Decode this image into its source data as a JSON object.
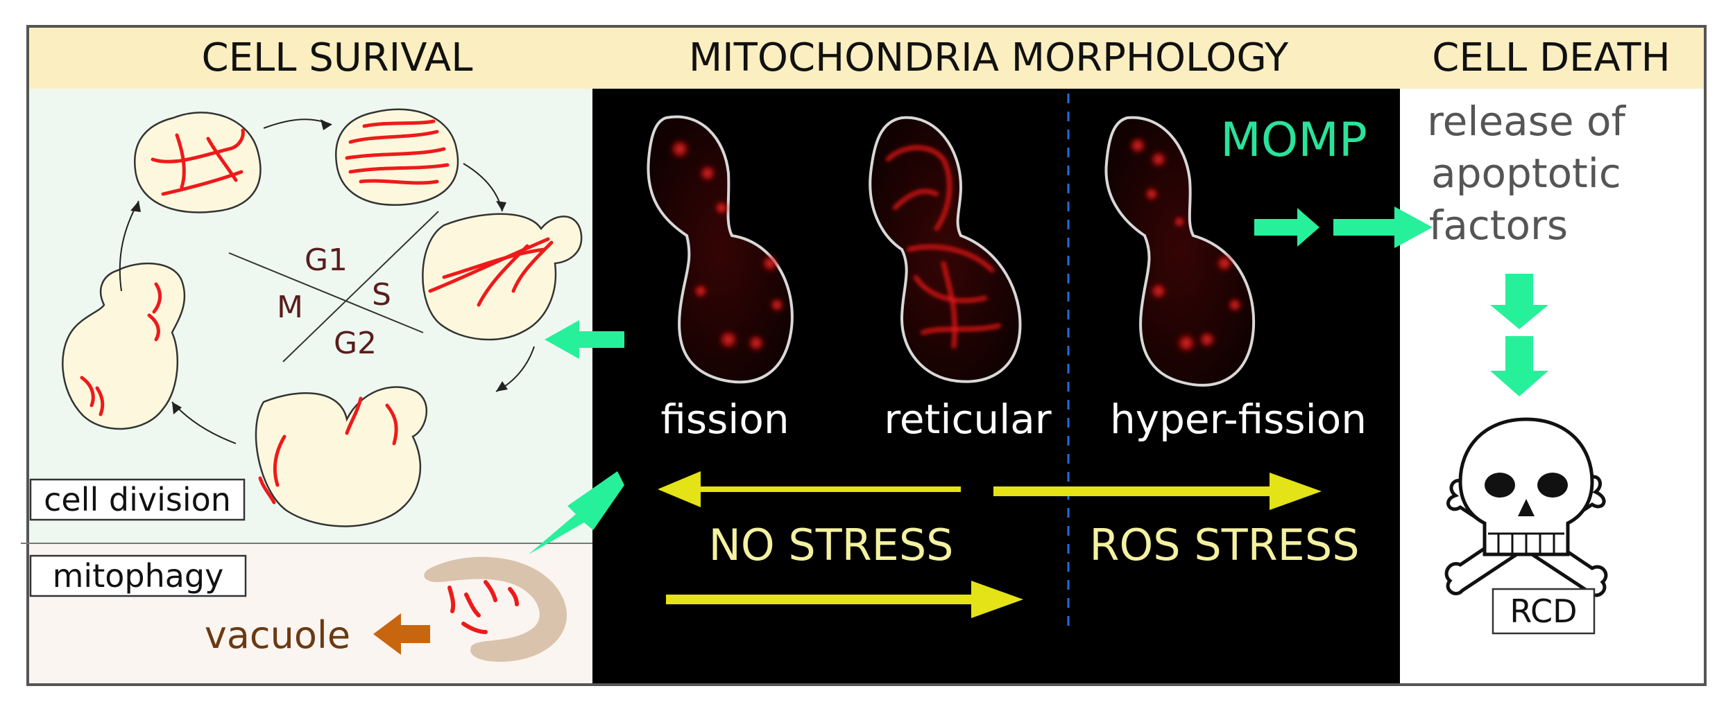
{
  "headers": {
    "cell_survival": "CELL SURIVAL",
    "mito_morphology": "MITOCHONDRIA MORPHOLOGY",
    "cell_death": "CELL DEATH"
  },
  "cycle": {
    "g1": "G1",
    "s": "S",
    "g2": "G2",
    "m": "M"
  },
  "boxes": {
    "cell_division": "cell division",
    "mitophagy": "mitophagy",
    "rcd": "RCD"
  },
  "labels": {
    "vacuole": "vacuole",
    "fission": "fission",
    "reticular": "reticular",
    "hyper_fission": "hyper-fission",
    "momp": "MOMP",
    "no_stress": "NO STRESS",
    "ros_stress": "ROS STRESS"
  },
  "release": {
    "line1": "release of",
    "line2": "apoptotic",
    "line3": "factors"
  },
  "colors": {
    "header_bg": "#fbeec0",
    "survival_bg": "#eef8f1",
    "mitophagy_bg": "#faf5f0",
    "micrograph_bg": "#000000",
    "cell_fill": "#fdf8dd",
    "mito_red": "#ee1a1a",
    "green_arrow": "#27f09a",
    "yellow_arrow": "#e3e317",
    "momp_text": "#2ae39a",
    "cycle_text": "#5a1d1d",
    "vacuole_text": "#6a3a12",
    "orange_arrow": "#c8660f",
    "dashed_line": "#1f6fd8",
    "vacuole_fill": "#d9c3ac",
    "release_text": "#555555",
    "stress_text": "#f4f2a0"
  }
}
